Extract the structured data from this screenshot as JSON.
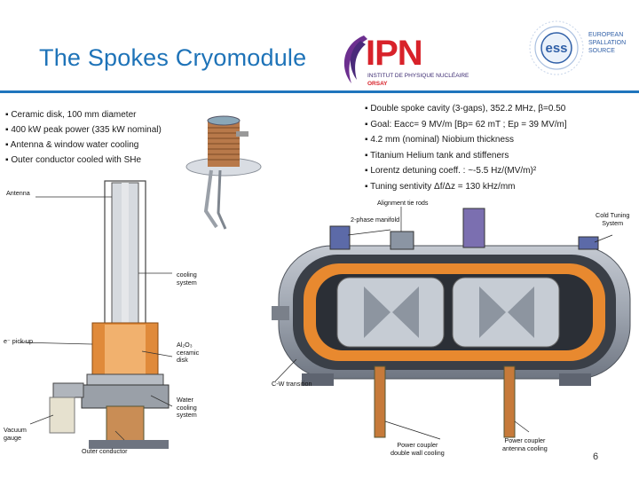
{
  "slide": {
    "title": "The Spokes Cryomodule",
    "page_number": "6"
  },
  "logos": {
    "ipn_text": "IPN",
    "ipn_subtitle": "INSTITUT DE PHYSIQUE NUCLÉAIRE",
    "ipn_location": "ORSAY",
    "ess_mark": "ess",
    "ess_name_lines": [
      "EUROPEAN",
      "SPALLATION",
      "SOURCE"
    ]
  },
  "left_bullets": [
    "Ceramic disk, 100 mm diameter",
    "400 kW peak power (335 kW nominal)",
    "Antenna & window water cooling",
    "Outer conductor cooled with SHe"
  ],
  "right_bullets": [
    "Double spoke cavity (3-gaps), 352.2 MHz, β=0.50",
    "Goal: Eacc= 9 MV/m [Bp= 62 mT ; Ep = 39 MV/m]",
    "4.2 mm (nominal) Niobium thickness",
    "Titanium Helium tank and stiffeners",
    "Lorentz detuning coeff. : ~-5.5 Hz/(MV/m)²",
    "Tuning sentivity Δf/Δz = 130 kHz/mm"
  ],
  "coupler_labels": {
    "antenna": "Antenna",
    "cooling": [
      "cooling",
      "system"
    ],
    "pickup": "e⁻ pick-up",
    "ceramic": [
      "Al₂O₃",
      "ceramic",
      "disk"
    ],
    "water": [
      "Water",
      "cooling",
      "system"
    ],
    "vacuum": [
      "Vacuum",
      "gauge"
    ],
    "outer": "Outer conductor"
  },
  "module_labels": {
    "alignment": "Alignment tie rods",
    "manifold": "2-phase manifold",
    "cold_tuning": [
      "Cold Tuning",
      "System"
    ],
    "cw_transition": "C-W transition",
    "coupler_double": [
      "Power coupler",
      "double wall cooling"
    ],
    "coupler_antenna": [
      "Power coupler",
      "antenna cooling"
    ]
  }
}
